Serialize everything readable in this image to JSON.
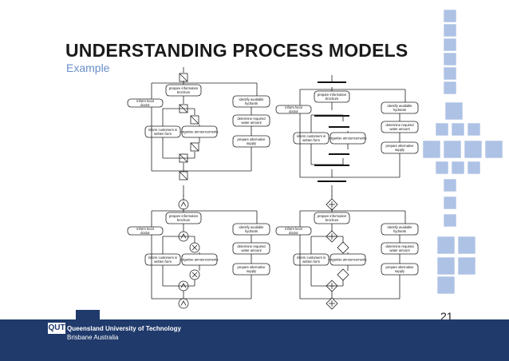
{
  "title": "UNDERSTANDING PROCESS MODELS",
  "subtitle": "Example",
  "page_number": "21",
  "footer": {
    "institution": "Queensland University of Technology",
    "location": "Brisbane Australia",
    "logo_text": "QUT"
  },
  "labels": {
    "prepare_brochure": "prepare information brochure",
    "inform_doctor": "inform local doctor",
    "identify_hydrants": "identify available hydrants",
    "determine_water": "determine required water amount",
    "prepare_supply": "prepare alternative supply",
    "inform_customers": "inform customers in written form",
    "organise": "organise announcements"
  },
  "colors": {
    "footer_bg": "#1f3a6b",
    "subtitle": "#6a8fc8",
    "deco_blue": "#9fb8e0"
  }
}
